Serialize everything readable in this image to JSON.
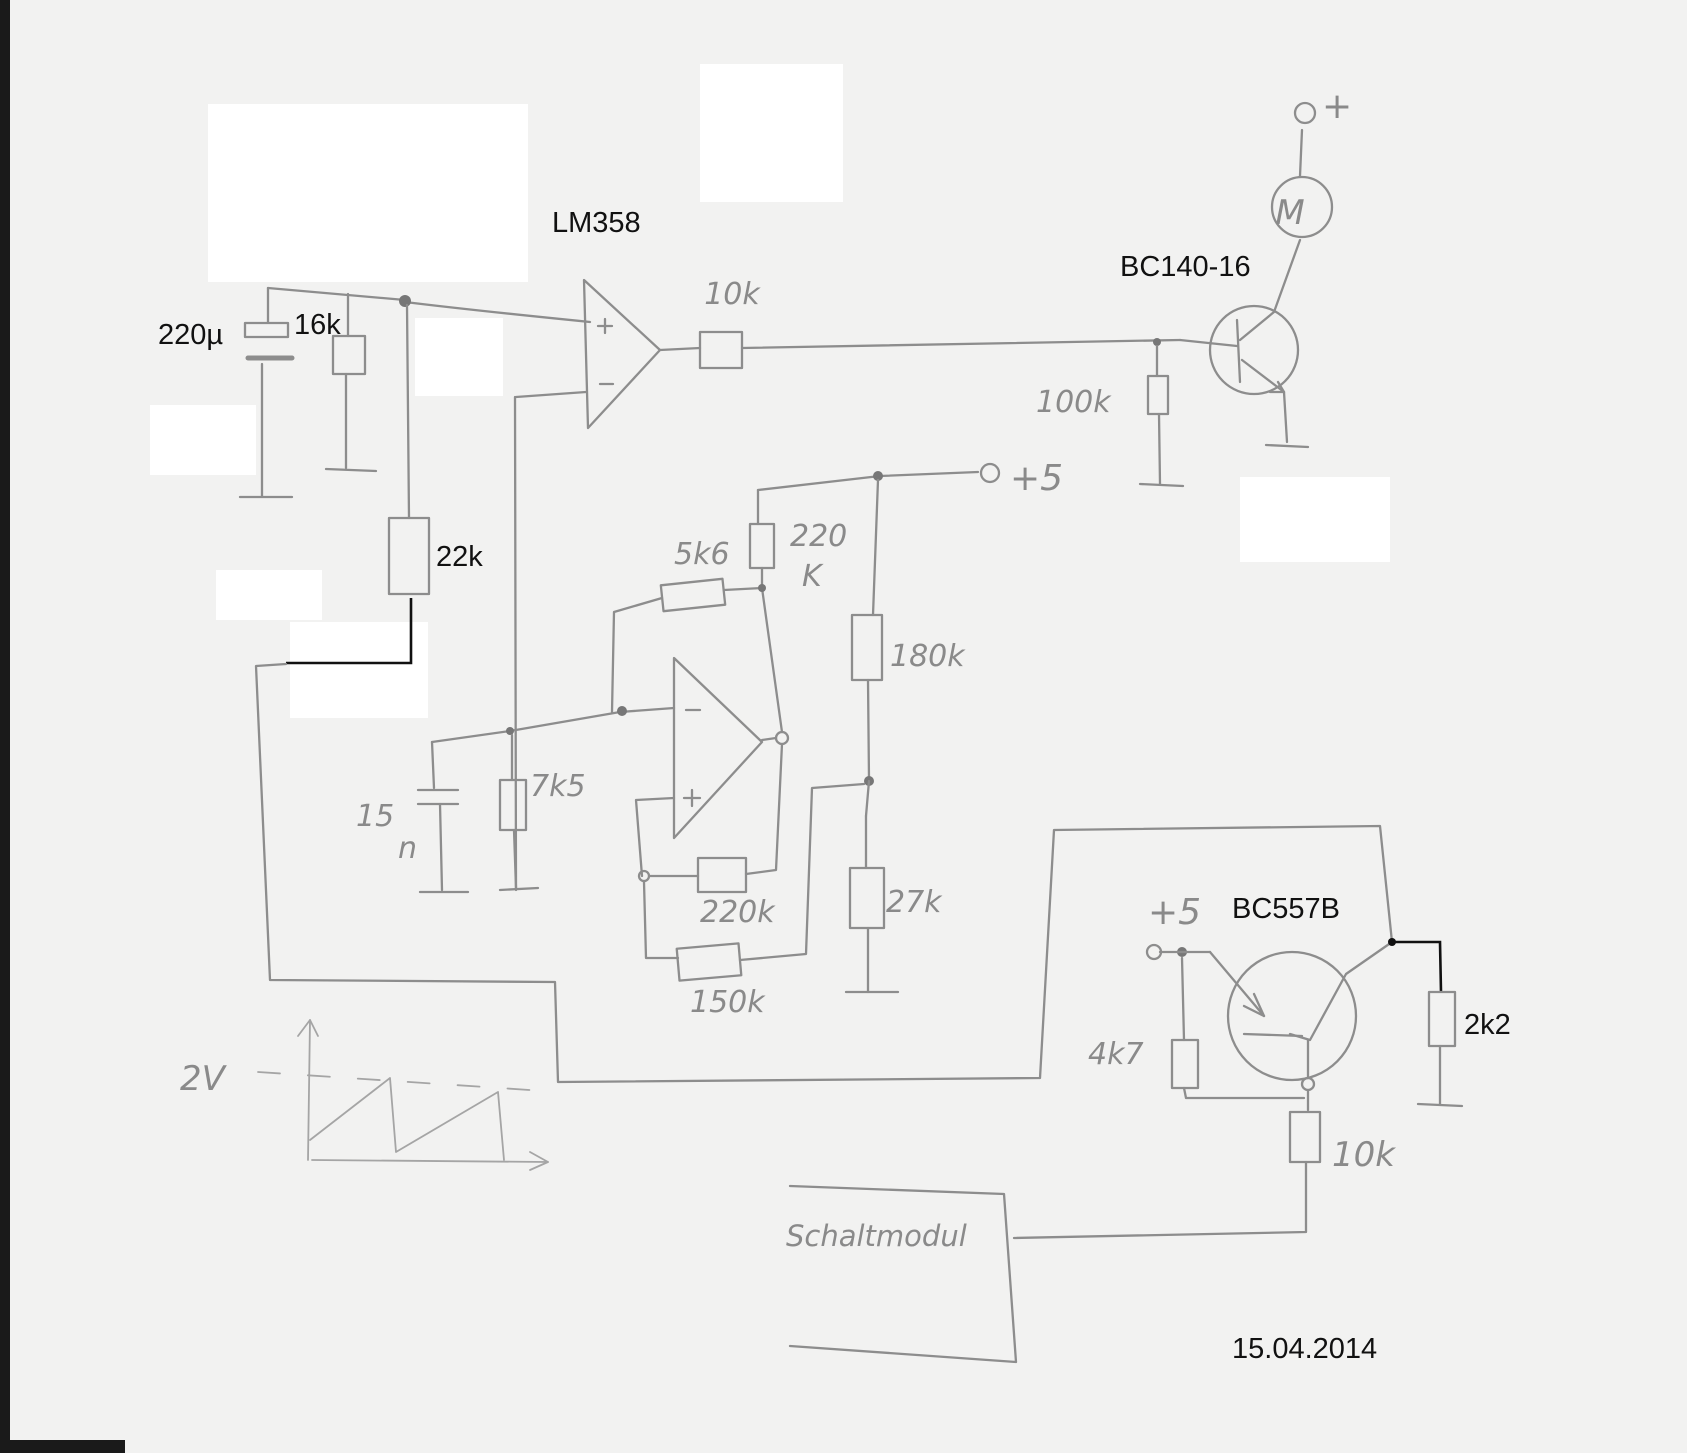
{
  "labels": {
    "opamp1": "LM358",
    "cap1": "220µ",
    "r1": "16k",
    "r_div": "22k",
    "r_base": "10k",
    "transistor1": "BC140-16",
    "r_base_gnd": "100k",
    "motor": "M",
    "supply_top": "+",
    "supply5": "+5",
    "fb_top_left": "5k6",
    "fb_top_right_1": "220",
    "fb_top_right_2": "K",
    "r180": "180k",
    "cap2_1": "15",
    "cap2_2": "n",
    "r7k5": "7k5",
    "r220_bottom": "220k",
    "r150": "150k",
    "r27": "27k",
    "ramp_level": "2V",
    "transistor2": "BC557B",
    "supply5b": "+5",
    "r4k7": "4k7",
    "r2k2": "2k2",
    "r10k_bottom": "10k",
    "module": "Schaltmodul",
    "date": "15.04.2014"
  }
}
